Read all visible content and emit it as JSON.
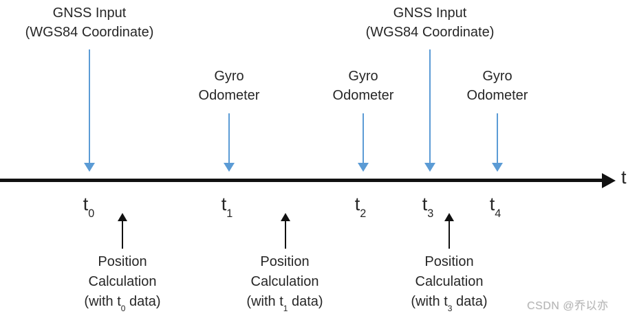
{
  "colors": {
    "event_arrow_blue": "#5B9BD5",
    "axis_black": "#111111",
    "text": "#262626",
    "watermark_gray": "#b3b3b3"
  },
  "axis": {
    "label": "t"
  },
  "gnss_events": [
    {
      "line1": "GNSS Input",
      "line2": "(WGS84 Coordinate)"
    },
    {
      "line1": "GNSS Input",
      "line2": "(WGS84 Coordinate)"
    }
  ],
  "gyro_events": [
    {
      "line1": "Gyro",
      "line2": "Odometer"
    },
    {
      "line1": "Gyro",
      "line2": "Odometer"
    },
    {
      "line1": "Gyro",
      "line2": "Odometer"
    }
  ],
  "ticks": [
    {
      "base": "t",
      "sub": "0"
    },
    {
      "base": "t",
      "sub": "1"
    },
    {
      "base": "t",
      "sub": "2"
    },
    {
      "base": "t",
      "sub": "3"
    },
    {
      "base": "t",
      "sub": "4"
    }
  ],
  "calculations": [
    {
      "line1": "Position",
      "line2": "Calculation",
      "l3_pre": "(with t",
      "l3_sub": "0",
      "l3_post": " data)"
    },
    {
      "line1": "Position",
      "line2": "Calculation",
      "l3_pre": "(with t",
      "l3_sub": "1",
      "l3_post": " data)"
    },
    {
      "line1": "Position",
      "line2": "Calculation",
      "l3_pre": "(with t",
      "l3_sub": "3",
      "l3_post": " data)"
    }
  ],
  "watermark": "CSDN @乔以亦"
}
